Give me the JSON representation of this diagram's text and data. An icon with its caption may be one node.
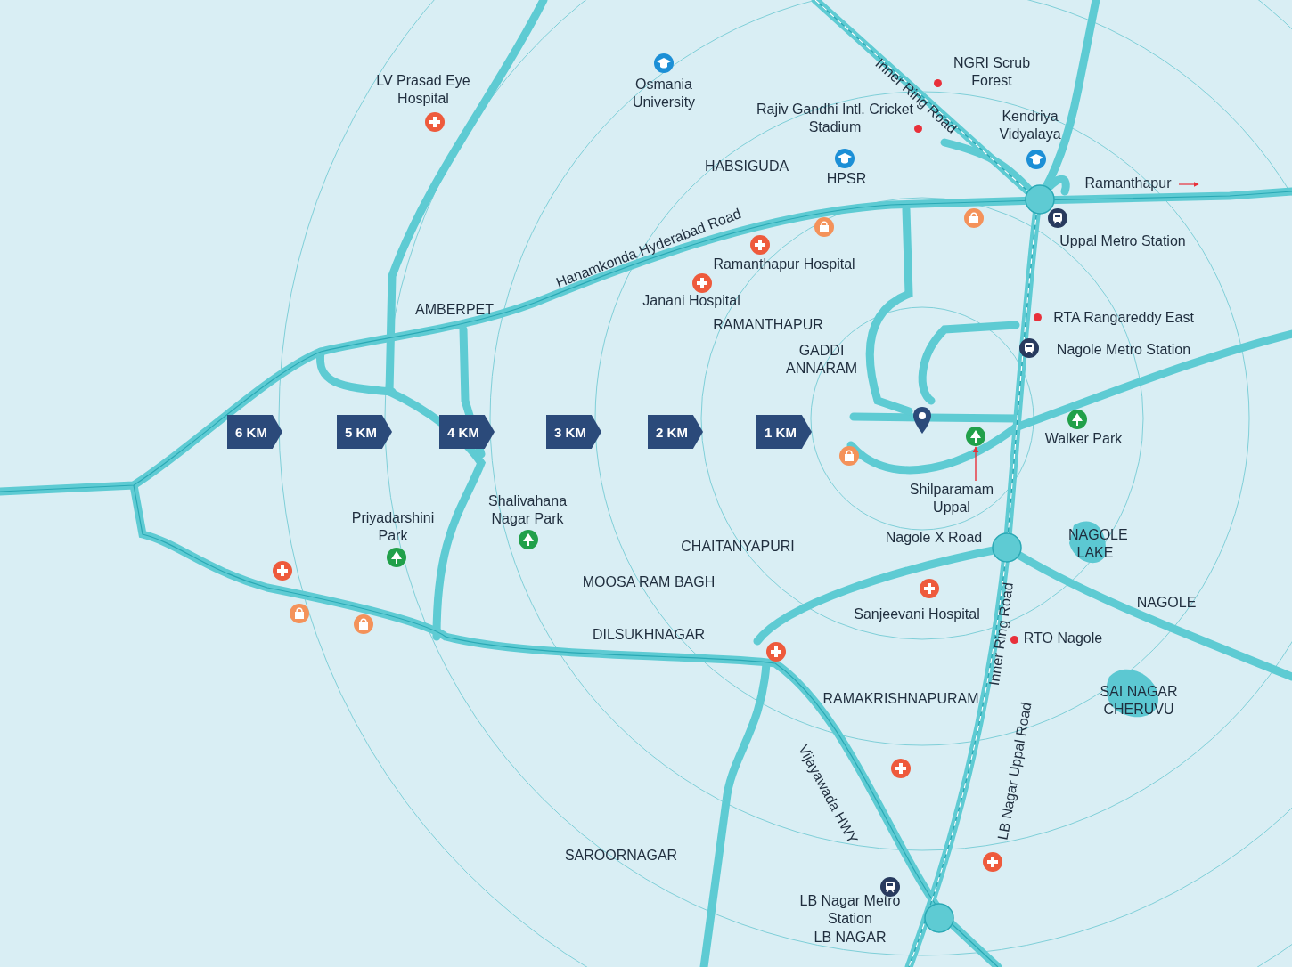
{
  "diagram": {
    "nodes": [
      {
        "text": [
          "6 KM"
        ]
      },
      {
        "text": [
          "5 KM"
        ]
      },
      {
        "text": [
          "4 KM"
        ]
      },
      {
        "text": [
          "3 KM"
        ]
      },
      {
        "text": [
          "2 KM"
        ]
      },
      {
        "text": [
          "1 KM"
        ]
      },
      {
        "text": [
          "Shilparamam Uppal"
        ]
      },
      {
        "text": [],
        "shape": "picture"
      }
    ],
    "edges": [
      {
        "from": 6,
        "to": 7,
        "arrow": "to",
        "color": "#e8303a"
      }
    ],
    "labels": [
      "LV Prasad Eye Hospital",
      "Osmania University",
      "NGRI Scrub Forest",
      "Inner Ring Road",
      "Rajiv Gandhi Intl. Cricket Stadium",
      "Kendriya Vidyalaya",
      "HABSIGUDA",
      "HPSR",
      "Ramanthapur",
      "Hanamkonda Hyderabad Road",
      "Ramanthapur Hospital",
      "Uppal Metro Station",
      "Janani Hospital",
      "AMBERPET",
      "RAMANTHAPUR",
      "RTA Rangareddy East",
      "GADDI ANNARAM",
      "Nagole Metro Station",
      "Walker Park",
      "Shalivahana Nagar Park",
      "Priyadarshini Park",
      "CHAITANYAPURI",
      "Nagole X Road",
      "NAGOLE LAKE",
      "MOOSA RAM BAGH",
      "Inner Ring Road",
      "Sanjeevani Hospital",
      "NAGOLE",
      "DILSUKHNAGAR",
      "RTO Nagole",
      "SAI NAGAR CHERUVU",
      "RAMAKRISHNAPURAM",
      "Vijayawada HWY",
      "LB Nagar Uppal Road",
      "SAROORNAGAR",
      "LB Nagar Metro Station",
      "LB NAGAR"
    ]
  }
}
